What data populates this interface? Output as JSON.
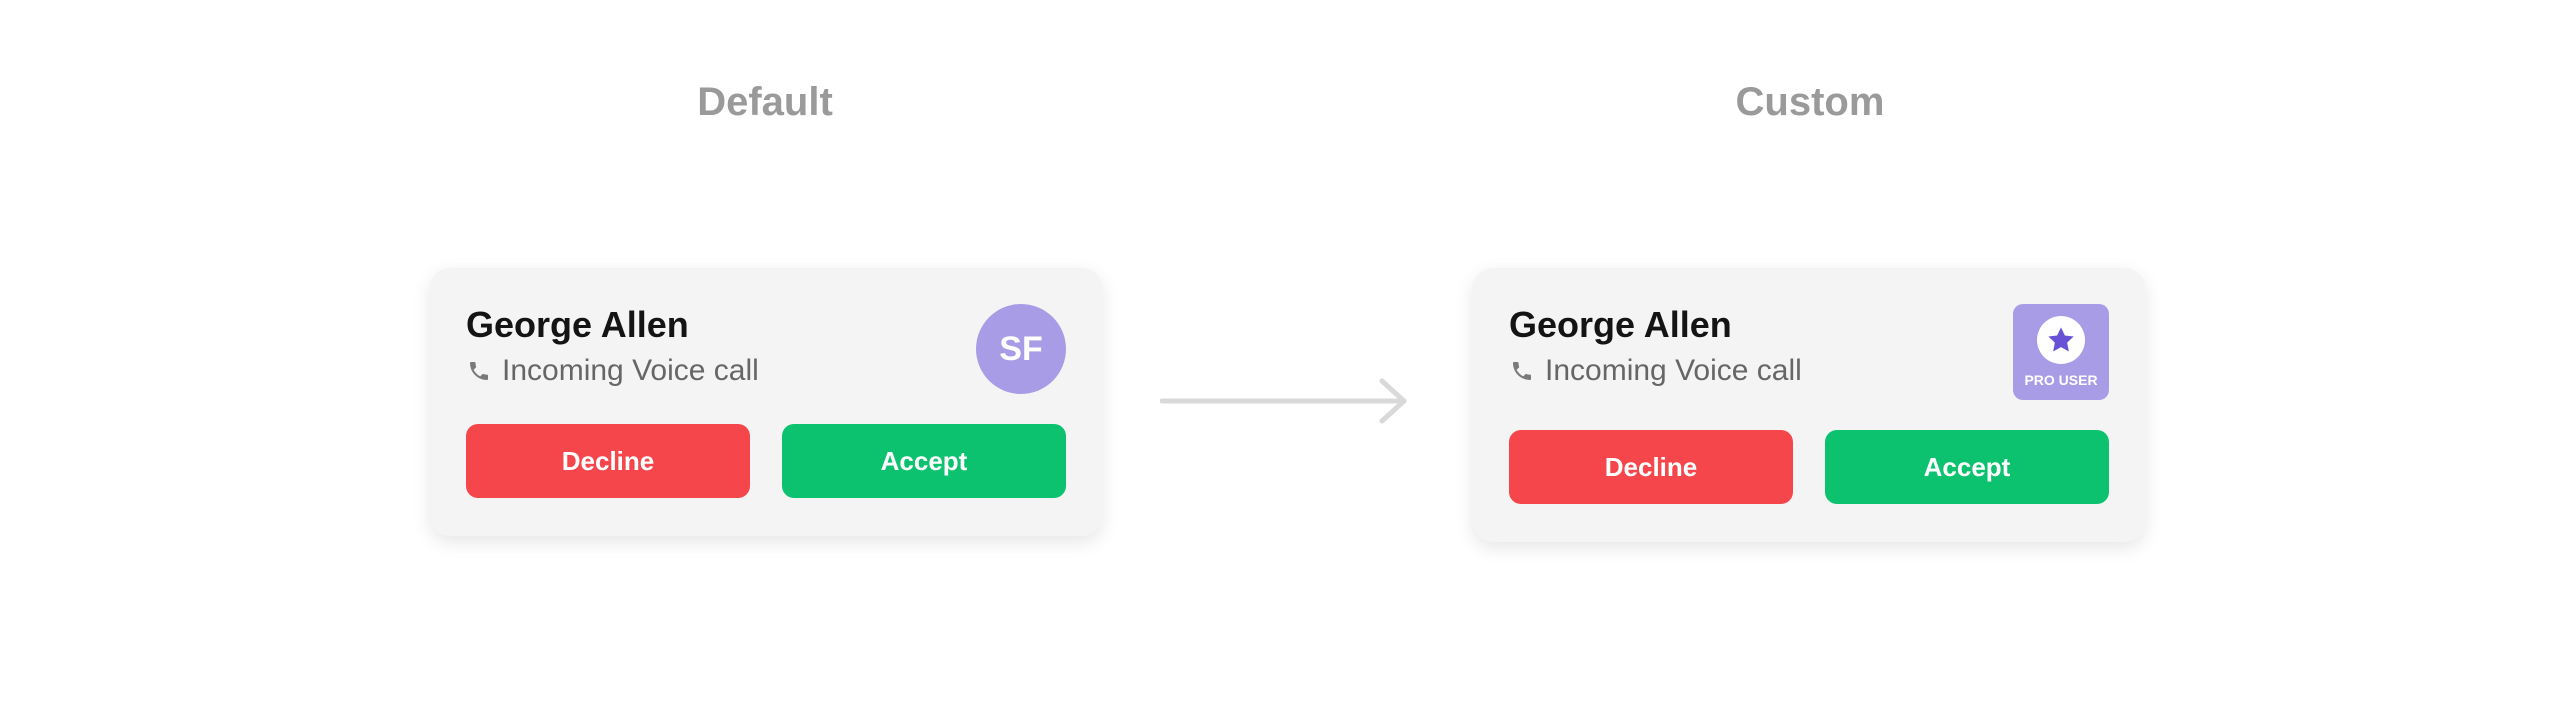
{
  "sections": {
    "default_title": "Default",
    "custom_title": "Custom"
  },
  "default_card": {
    "caller_name": "George Allen",
    "status": "Incoming Voice call",
    "avatar_initials": "SF",
    "decline_label": "Decline",
    "accept_label": "Accept"
  },
  "custom_card": {
    "caller_name": "George Allen",
    "status": "Incoming Voice call",
    "badge_label": "PRO USER",
    "decline_label": "Decline",
    "accept_label": "Accept"
  },
  "icons": {
    "phone": "phone-icon",
    "star": "star-icon",
    "arrow": "arrow-right-icon"
  },
  "colors": {
    "card_background": "#f4f4f4",
    "decline": "#f5474b",
    "accept": "#0dc26f",
    "avatar": "#a99ce6",
    "star": "#6a52d6",
    "section_title": "#9a9a9a",
    "arrow": "#d9d9d9"
  }
}
